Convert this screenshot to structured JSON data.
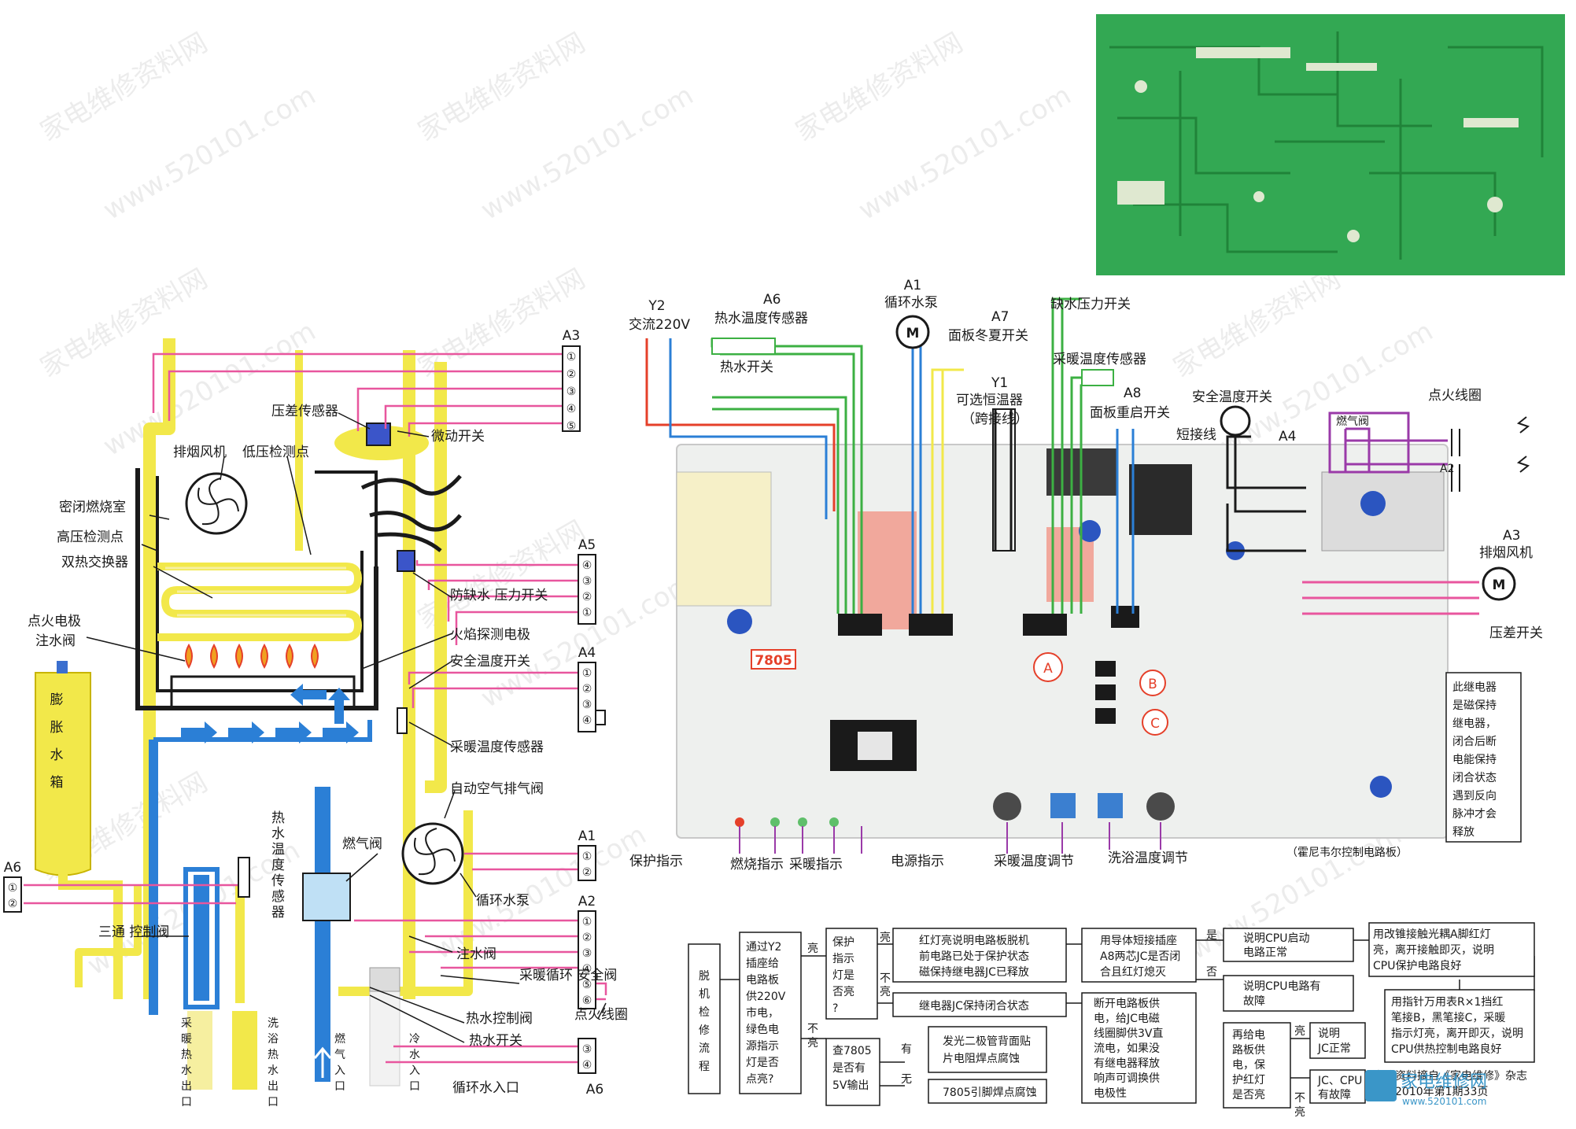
{
  "watermark": {
    "line1": "家电维修资料网",
    "line2": "www.520101.com",
    "corner_site": "家电维修网",
    "corner_url": "www.520101.com"
  },
  "left": {
    "tags": {
      "a3": "A3",
      "a5": "A5",
      "a4": "A4",
      "a1": "A1",
      "a2": "A2",
      "a6": "A6",
      "a6b": "A6"
    },
    "pins": {
      "a3": [
        "①",
        "②",
        "③",
        "④",
        "⑤"
      ],
      "a5": [
        "④",
        "③",
        "②",
        "①"
      ],
      "a4": [
        "①",
        "②",
        "③",
        "④"
      ],
      "a1": [
        "①",
        "②"
      ],
      "a2": [
        "①",
        "②",
        "③",
        "④",
        "⑤",
        "⑥"
      ],
      "a6": [
        "①",
        "②"
      ],
      "a6b": [
        "③",
        "④"
      ]
    },
    "labels": {
      "pressure_sensor": "压差传感器",
      "micro_switch": "微动开关",
      "exhaust_fan": "排烟风机",
      "low_pressure_point": "低压检测点",
      "sealed_chamber": "密闭燃烧室",
      "high_pressure_point": "高压检测点",
      "dual_exchanger": "双热交换器",
      "ignition_electrode": "点火电极",
      "fill_valve_top": "注水阀",
      "expansion_tank": [
        "膨",
        "胀",
        "水",
        "箱"
      ],
      "water_shortage_switch": "防缺水\n压力开关",
      "flame_electrode": "火焰探测电极",
      "safety_temp_switch": "安全温度开关",
      "heating_temp_sensor": "采暖温度传感器",
      "air_vent": "自动空气排气阀",
      "hot_water_temp_sensor": [
        "热",
        "水",
        "温",
        "度",
        "传",
        "感",
        "器"
      ],
      "gas_valve": "燃气阀",
      "circulation_pump": "循环水泵",
      "three_way_valve": "三通\n控制阀",
      "fill_valve": "注水阀",
      "heating_safety_valve": "采暖循环\n安全阀",
      "hot_water_control_valve": "热水控制阀",
      "hot_water_switch": "热水开关",
      "ignition_coil": "点火线圈",
      "circulation_inlet": "循环水入口",
      "outlet_heating": [
        "采",
        "暖",
        "热",
        "水",
        "出",
        "口"
      ],
      "outlet_bath": [
        "洗",
        "浴",
        "热",
        "水",
        "出",
        "口"
      ],
      "inlet_gas": [
        "燃",
        "气",
        "入",
        "口"
      ],
      "inlet_cold": [
        "冷",
        "水",
        "入",
        "口"
      ]
    }
  },
  "board": {
    "y2": "Y2",
    "ac220": "交流220V",
    "a6": "A6",
    "hot_water_temp_sensor": "热水温度传感器",
    "hot_water_switch": "热水开关",
    "a1": "A1",
    "circ_pump": "循环水泵",
    "motor_symbol": "M",
    "a7": "A7",
    "winter_summer": "面板冬夏开关",
    "y1": "Y1",
    "thermostat": "可选恒温器",
    "jumper": "（跨接线）",
    "water_pressure_switch": "缺水压力开关",
    "heating_temp_sensor": "采暖温度传感器",
    "a8": "A8",
    "panel_reset": "面板重启开关",
    "safety_temp_switch": "安全温度开关",
    "short_wire": "短接线",
    "a4": "A4",
    "ignition_coil": "点火线圈",
    "gas_valve": "燃气阀",
    "a2": "A2",
    "a3": "A3",
    "exhaust_fan": "排烟风机",
    "pressure_switch": "压差开关",
    "reg7805": "7805",
    "mark_a": "A",
    "mark_b": "B",
    "mark_c": "C",
    "relay_note": [
      "此继电器",
      "是磁保持",
      "继电器，",
      "闭合后断",
      "电能保持",
      "闭合状态",
      "遇到反向",
      "脉冲才会",
      "释放"
    ],
    "protect_ind": "保护指示",
    "burn_ind": "燃烧指示",
    "heat_ind": "采暖指示",
    "power_ind": "电源指示",
    "heat_temp_adj": "采暖温度调节",
    "bath_temp_adj": "洗浴温度调节",
    "caption": "（霍尼韦尔控制电路板）"
  },
  "flow": {
    "title": [
      "脱",
      "机",
      "检",
      "修",
      "流",
      "程"
    ],
    "n1": [
      "通过Y2",
      "插座给",
      "电路板",
      "供220V",
      "市电，",
      "绿色电",
      "源指示",
      "灯是否",
      "点亮?"
    ],
    "l_on": "亮",
    "l_off": [
      "不",
      "亮"
    ],
    "n2": [
      "保护",
      "指示",
      "灯是",
      "否亮",
      "?"
    ],
    "n2_on": "亮",
    "n2_off": [
      "不",
      "亮"
    ],
    "n3": [
      "红灯亮说明电路板脱机",
      "前电路已处于保护状态",
      "磁保持继电器JC已释放"
    ],
    "n4": [
      "用导体短接插座",
      "A8两芯JC是否闭",
      "合且红灯熄灭"
    ],
    "yes": "是",
    "no": "否",
    "n5": [
      "说明CPU启动",
      "电路正常"
    ],
    "n6": [
      "用改锥接触光耦A脚红灯",
      "亮，离开接触即灭，说明",
      "CPU保护电路良好"
    ],
    "n7": "继电器JC保持闭合状态",
    "n8": [
      "断开电路板供",
      "电，给JC电磁",
      "线圈脚供3V直",
      "流电，如果没",
      "有继电器释放",
      "响声可调换供",
      "电极性"
    ],
    "n9": [
      "说明CPU电路有",
      "故障"
    ],
    "n10": [
      "用指针万用表R×1挡红",
      "笔接B，黑笔接C，采暖",
      "指示灯亮，离开即灭，说明",
      "CPU供热控制电路良好"
    ],
    "n11": [
      "查7805",
      "是否有",
      "5V输出"
    ],
    "have": "有",
    "none": "无",
    "n12": [
      "发光二极管背面贴",
      "片电阻焊点腐蚀"
    ],
    "n13": "7805引脚焊点腐蚀",
    "n14": [
      "再给电",
      "路板供",
      "电，保",
      "护红灯",
      "是否亮"
    ],
    "n14_on": "亮",
    "n14_off": [
      "不",
      "亮"
    ],
    "n15": [
      "说明",
      "JC正常"
    ],
    "n16": [
      "JC、CPU",
      "有故障"
    ],
    "n17": [
      "电路资料摘自《家电维修》杂志",
      "本刊2010年第1期33页"
    ]
  },
  "colors": {
    "pink": "#e8569e",
    "yellow": "#f2e84a",
    "blue": "#2b7fd6",
    "green": "#3cb043",
    "red": "#e5402a",
    "pcb": "#2fa84a"
  }
}
